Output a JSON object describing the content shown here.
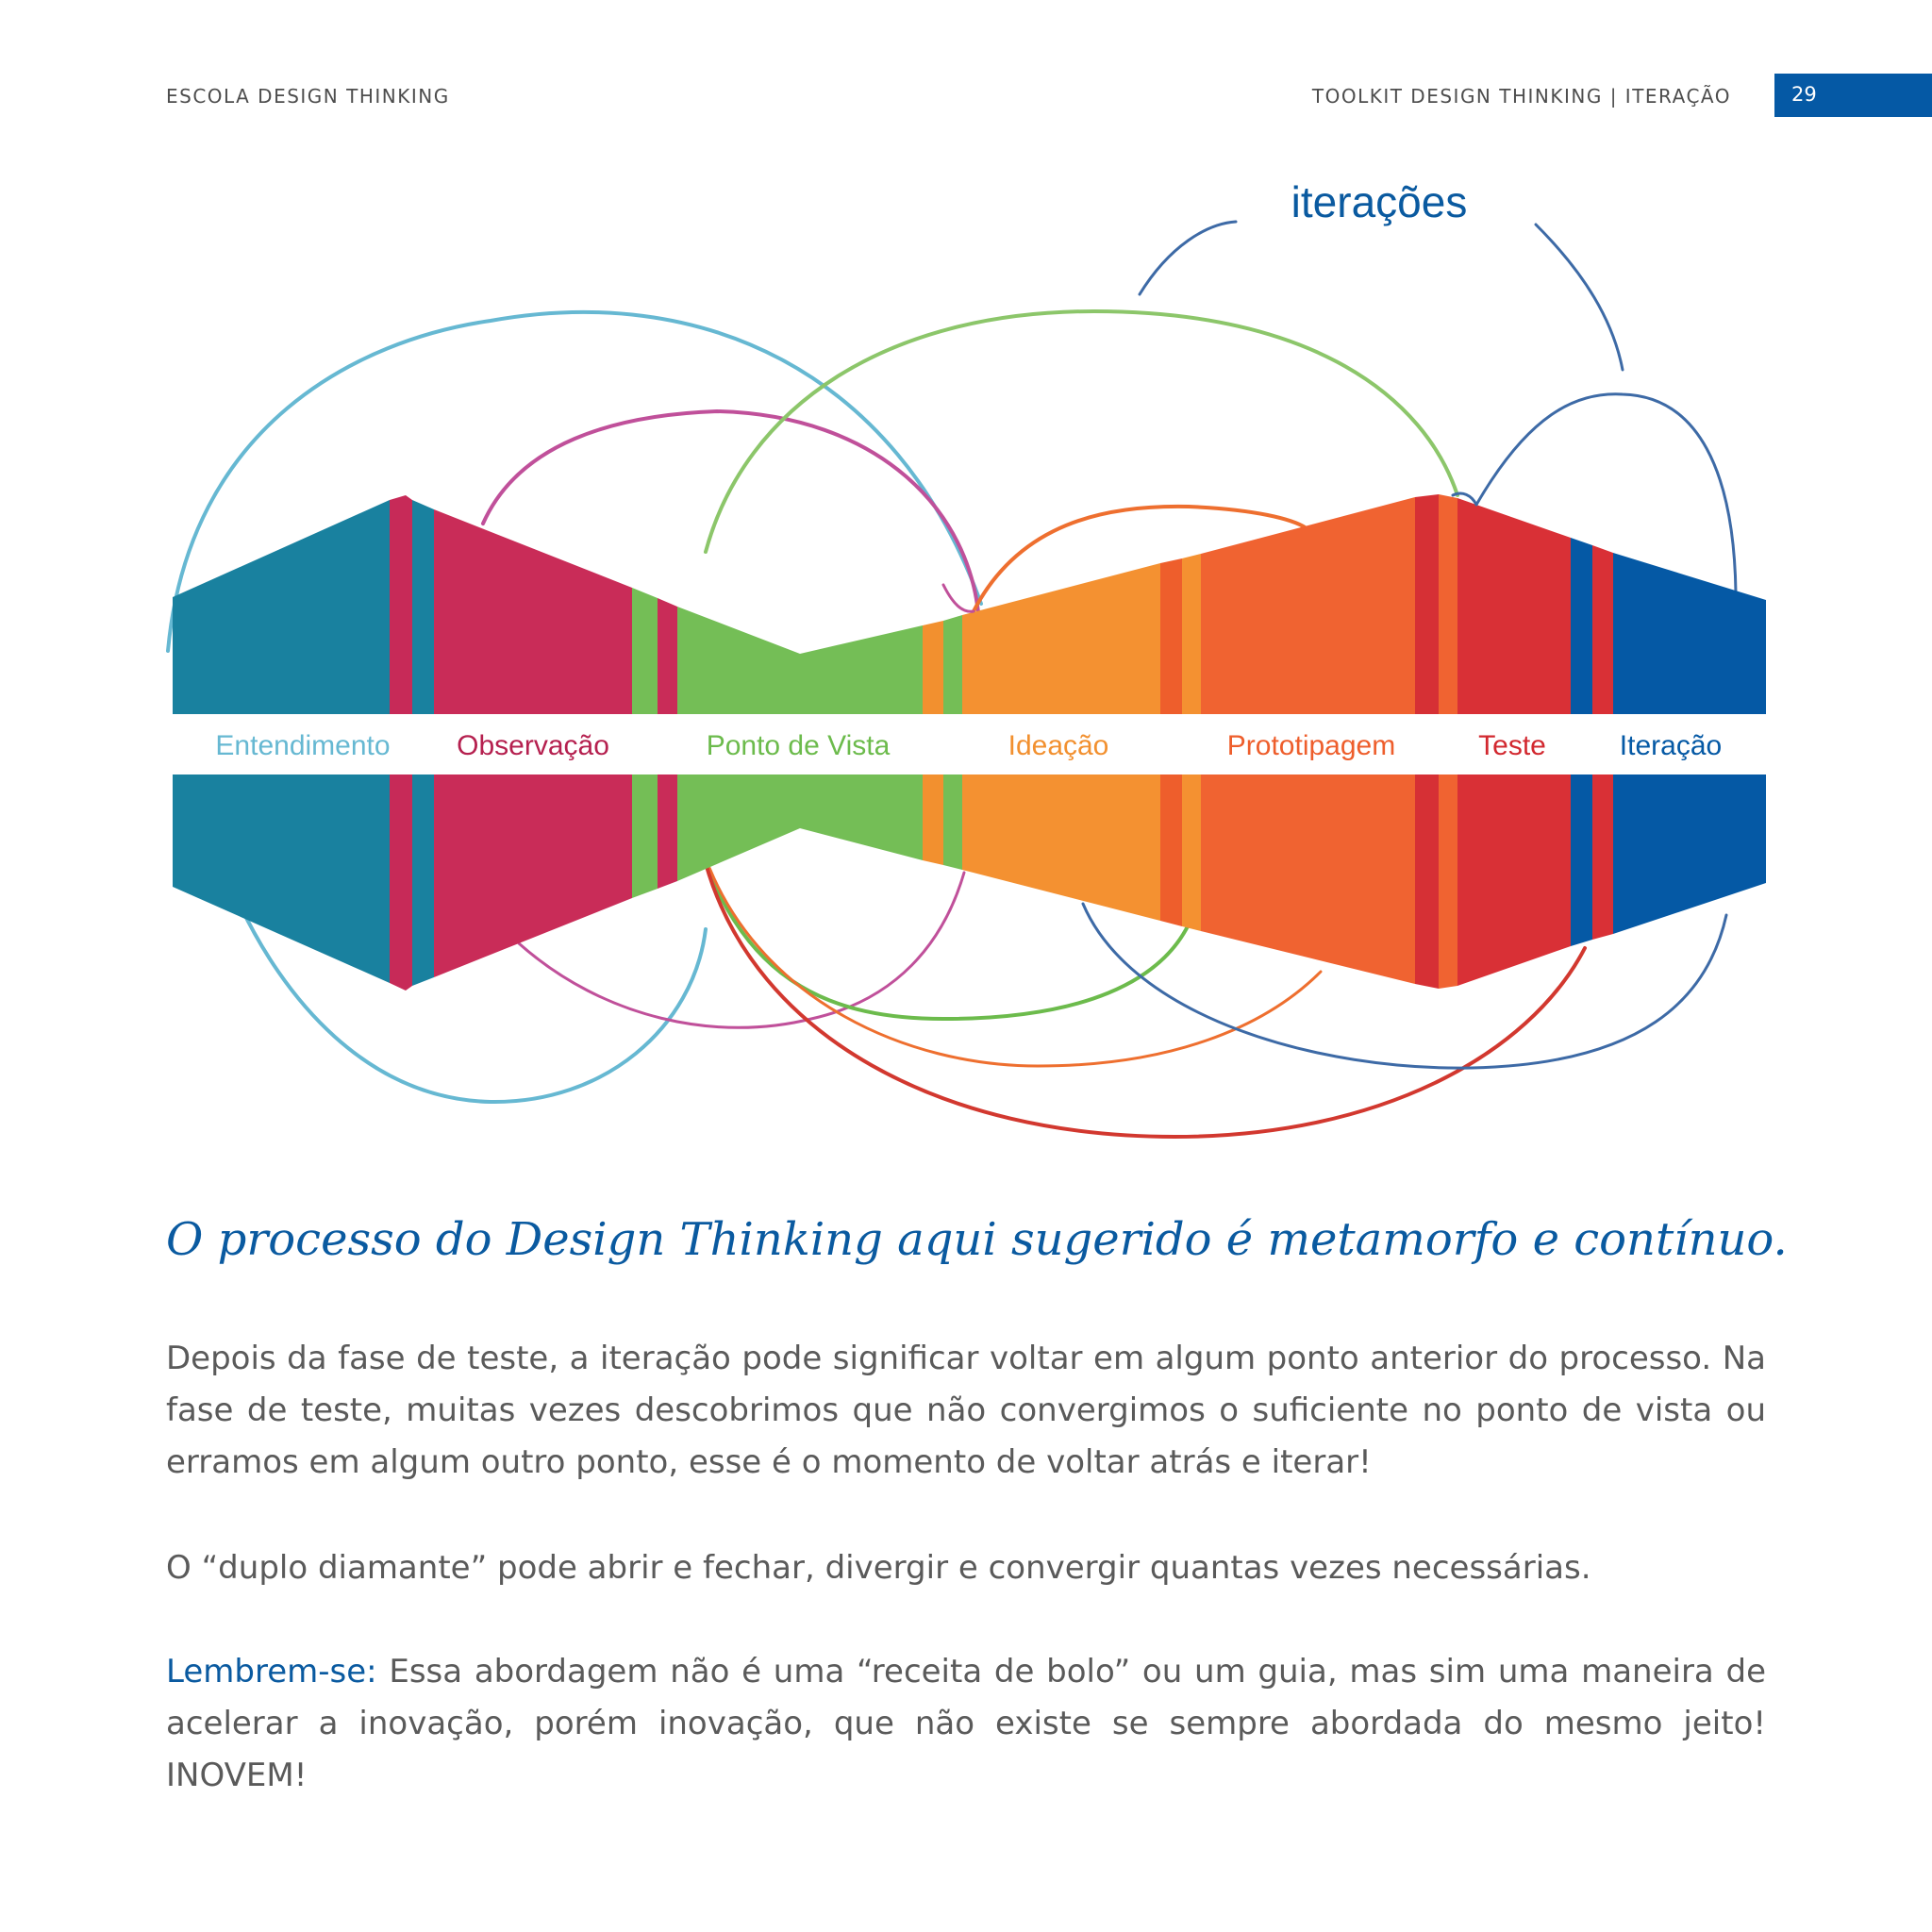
{
  "header": {
    "left": "ESCOLA DESIGN THINKING",
    "right": "TOOLKIT DESIGN THINKING | ITERAÇÃO",
    "page_number": "29"
  },
  "diagram": {
    "top_label": "iterações",
    "phases": [
      {
        "label": "Entendimento",
        "color": "#66b8d2"
      },
      {
        "label": "Observação",
        "color": "#b5204f"
      },
      {
        "label": "Ponto de Vista",
        "color": "#6cbb4c"
      },
      {
        "label": "Ideação",
        "color": "#f2902f"
      },
      {
        "label": "Prototipagem",
        "color": "#ee5e2c"
      },
      {
        "label": "Teste",
        "color": "#d2282f"
      },
      {
        "label": "Iteração",
        "color": "#0559a5"
      }
    ]
  },
  "body": {
    "heading": "O processo do Design Thinking aqui sugerido é metamorfo e contínuo.",
    "paragraph1": "Depois da fase de teste, a iteração pode significar voltar em algum ponto anterior do processo. Na fase de teste, muitas vezes descobrimos que não convergimos o suficiente no ponto de vista ou erramos em algum outro ponto, esse é o momento de voltar atrás e iterar!",
    "paragraph2": "O “duplo diamante” pode abrir e fechar, divergir e convergir quantas vezes necessárias.",
    "paragraph3_lead": "Lembrem-se:",
    "paragraph3_rest": " Essa abordagem não é uma “receita de bolo” ou um guia, mas sim uma maneira de acelerar a inovação, porém inovação, que não existe se sempre abordada do mesmo jeito! INOVEM!"
  },
  "colors": {
    "header_box": "#0559a5",
    "heading_text": "#0a5aa0",
    "body_text": "#5a5a5a"
  }
}
